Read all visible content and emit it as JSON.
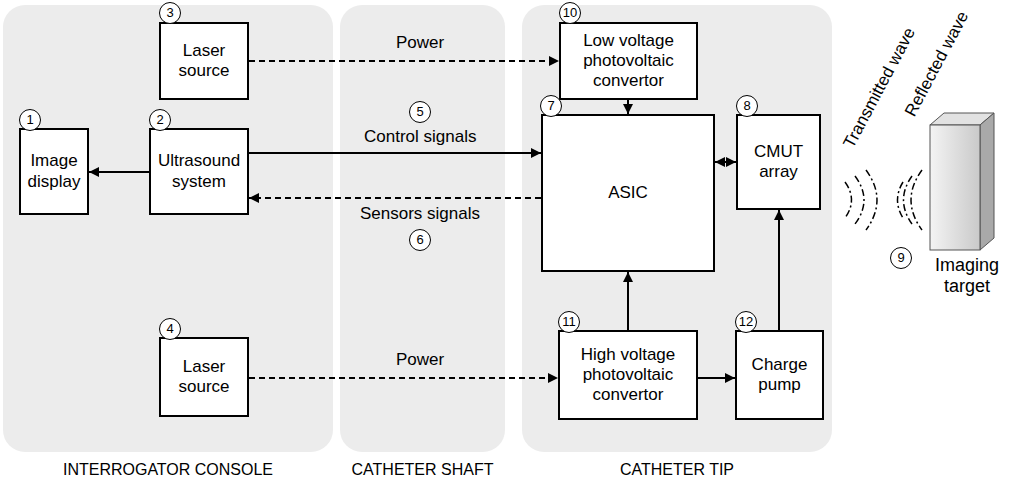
{
  "diagram": {
    "nodes": [
      {
        "text": [
          "INTERROGATOR CONSOLE"
        ]
      },
      {
        "text": [
          "Laser source"
        ],
        "in": 0
      },
      {
        "text": [
          "Image display"
        ],
        "in": 0
      },
      {
        "text": [
          "Ultrasound system"
        ],
        "in": 0
      },
      {
        "text": [
          "Laser source"
        ],
        "in": 0
      },
      {
        "text": [
          "CATHETER SHAFT"
        ]
      },
      {
        "text": [
          "CATHETER TIP"
        ]
      },
      {
        "text": [
          "Low voltage photovoltaic convertor"
        ],
        "in": 6
      },
      {
        "text": [
          "ASIC"
        ],
        "in": 6
      },
      {
        "text": [
          "CMUT array"
        ],
        "in": 6
      },
      {
        "text": [
          "High voltage photovoltaic convertor"
        ],
        "in": 6
      },
      {
        "text": [
          "Charge pump"
        ],
        "in": 6
      },
      {
        "text": [
          "Imaging target"
        ]
      }
    ],
    "edges": [
      {
        "from": 1,
        "to": 7,
        "arrow": "to",
        "label": "Power"
      },
      {
        "from": 3,
        "to": 2,
        "arrow": "to"
      },
      {
        "from": 3,
        "to": 8,
        "arrow": "to",
        "label": "Control signals"
      },
      {
        "from": 8,
        "to": 3,
        "arrow": "to",
        "label": "Sensors signals"
      },
      {
        "from": 4,
        "to": 10,
        "arrow": "to",
        "label": "Power"
      },
      {
        "from": 7,
        "to": 8,
        "arrow": "to"
      },
      {
        "from": 8,
        "to": 9,
        "arrow": "both"
      },
      {
        "from": 10,
        "to": 8,
        "arrow": "to"
      },
      {
        "from": 10,
        "to": 11,
        "arrow": "to"
      },
      {
        "from": 11,
        "to": 9,
        "arrow": "to"
      }
    ],
    "labels": [
      "1",
      "2",
      "3",
      "4",
      "5",
      "6",
      "7",
      "8",
      "9",
      "10",
      "11",
      "12",
      "Transmitted wave",
      "Reflected wave"
    ]
  }
}
